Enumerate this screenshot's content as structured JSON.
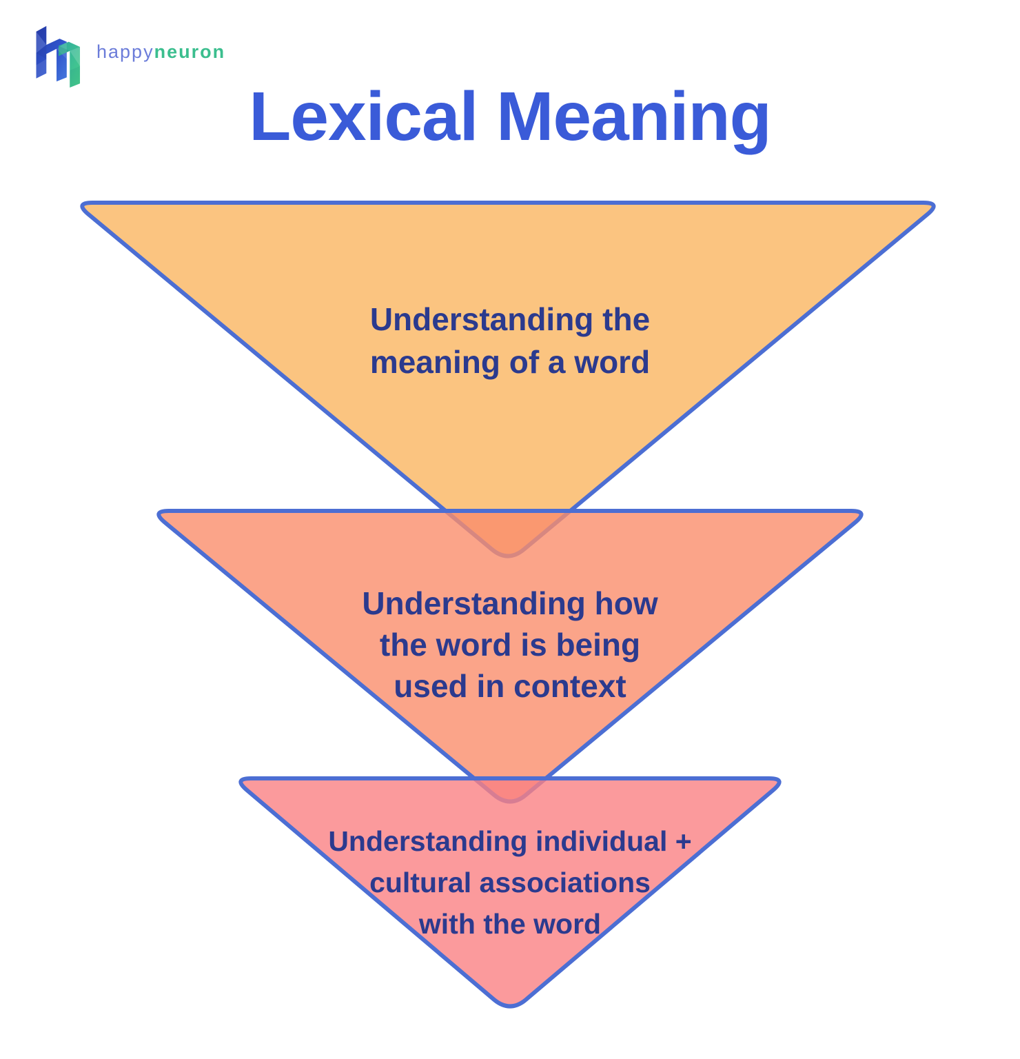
{
  "logo": {
    "brand_happy": "happy",
    "brand_neuron": "neuron"
  },
  "title": "Lexical Meaning",
  "funnel": {
    "levels": [
      {
        "label": "Understanding the meaning of a word",
        "lines": [
          "Understanding the",
          "meaning of a word"
        ],
        "fill": "#FBC480",
        "fill_rgba": "rgba(251, 196, 128, 1)"
      },
      {
        "label": "Understanding how the word is being used in context",
        "lines": [
          "Understanding how",
          "the word is being",
          "used in context"
        ],
        "fill": "#FBA489",
        "fill_rgba": "rgba(250, 141, 108, 0.8)"
      },
      {
        "label": "Understanding individual + cultural associations with the word",
        "lines": [
          "Understanding individual +",
          "cultural associations",
          "with the word"
        ],
        "fill": "#FB9A9C",
        "fill_rgba": "rgba(250, 129, 131, 0.8)"
      }
    ]
  },
  "colors": {
    "title_text": "#3A5BD8",
    "body_text": "#2B3A8E",
    "triangle_border": "#4C6ED3",
    "level1_fill": "#FBC480",
    "level2_fill": "#FBA489",
    "level3_fill": "#FB9A9C",
    "logo_happy_text": "#6B7CD9",
    "logo_neuron_text": "#3BBE8E",
    "logo_blue_dark": "#2840B0",
    "logo_blue_light": "#4478DE",
    "logo_green_dark": "#2FA99F",
    "logo_green_light": "#49D08A"
  }
}
